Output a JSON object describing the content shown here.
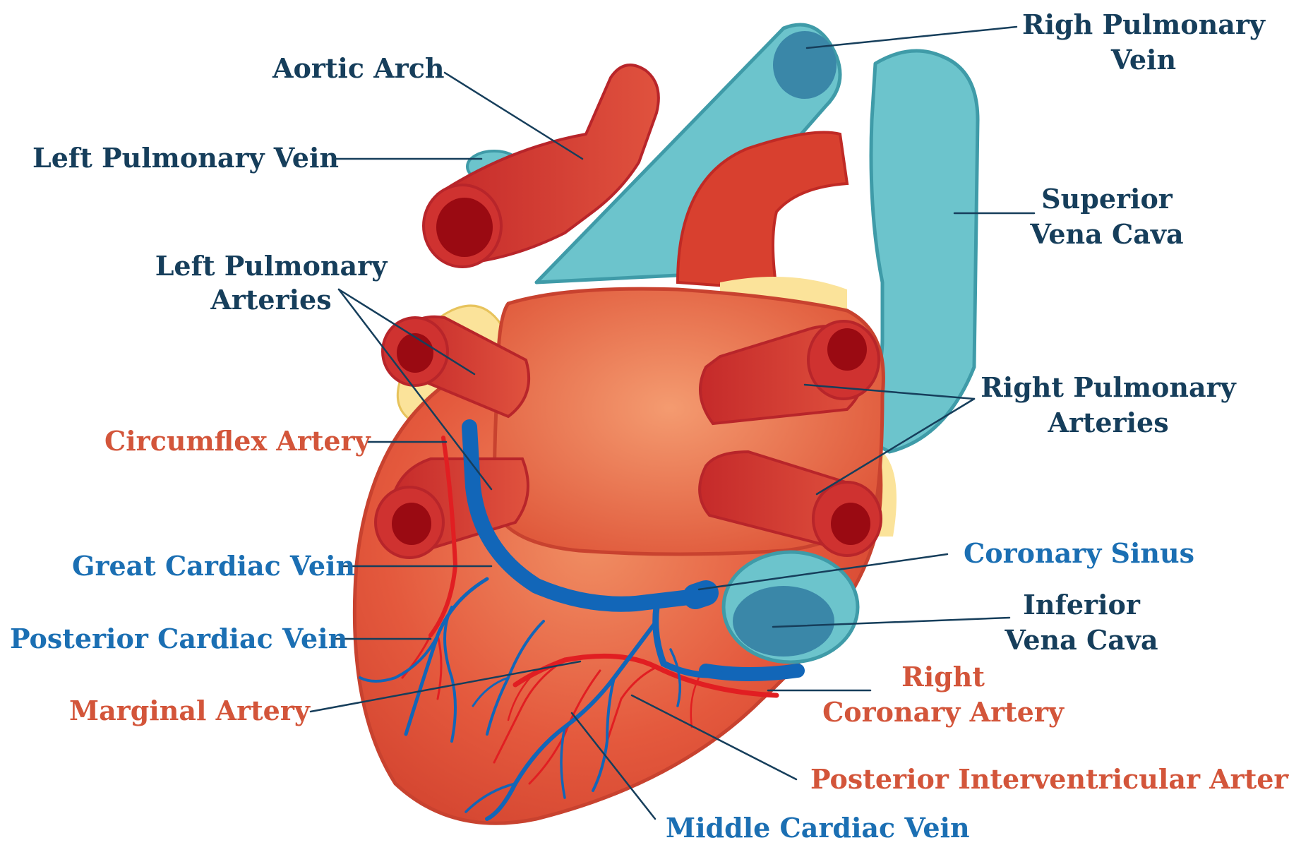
{
  "labels": {
    "aortic_arch": "Aortic Arch",
    "left_pulmonary_vein": "Left Pulmonary Vein",
    "left_pulmonary_arteries": [
      "Left Pulmonary",
      "Arteries"
    ],
    "circumflex_artery": "Circumflex Artery",
    "great_cardiac_vein": "Great Cardiac Vein",
    "posterior_cardiac_vein": "Posterior Cardiac Vein",
    "marginal_artery": "Marginal Artery",
    "middle_cardiac_vein": "Middle Cardiac Vein",
    "posterior_interventricular_artery": "Posterior Interventricular Artery",
    "right_coronary_artery": [
      "Right",
      "Coronary Artery"
    ],
    "inferior_vena_cava": [
      "Inferior",
      "Vena Cava"
    ],
    "coronary_sinus": "Coronary Sinus",
    "right_pulmonary_arteries": [
      "Right Pulmonary",
      "Arteries"
    ],
    "superior_vena_cava": [
      "Superior",
      "Vena Cava"
    ],
    "right_pulmonary_vein": [
      "Righ Pulmonary",
      "Vein"
    ]
  },
  "colors": {
    "label_navy": "#163e5b",
    "label_blue": "#1b6fb3",
    "label_red": "#d3553a",
    "heart": "#e2573d",
    "artery": "#cf3230",
    "artery_lumen": "#9a0a12",
    "vein_light": "#6cc4cc",
    "vein_lumen": "#3a87a8",
    "coronary_vein": "#1266b8",
    "fat": "#fbe39a"
  }
}
